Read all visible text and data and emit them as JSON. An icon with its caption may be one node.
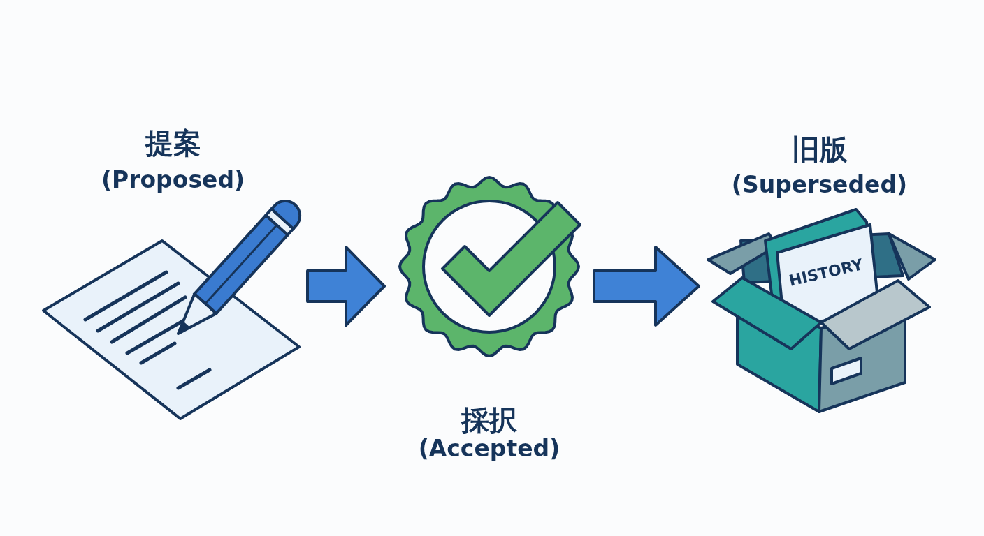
{
  "diagram": {
    "nodes": [
      {
        "text": [
          "提案",
          "(Proposed)"
        ]
      },
      {
        "text": [
          "採択",
          "(Accepted)"
        ]
      },
      {
        "text": [
          "旧版",
          "(Superseded)"
        ]
      }
    ],
    "edges": [
      {
        "from": 0,
        "to": 1,
        "arrow": "to"
      },
      {
        "from": 1,
        "to": 2,
        "arrow": "to"
      }
    ],
    "labels": [
      "HISTORY"
    ]
  }
}
